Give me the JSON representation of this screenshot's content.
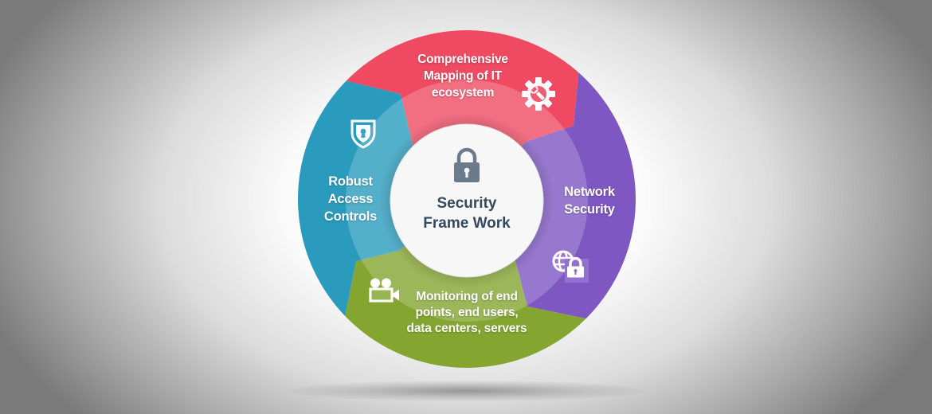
{
  "diagram": {
    "type": "circular-framework",
    "center": {
      "title_line1": "Security",
      "title_line2": "Frame Work",
      "icon": "padlock-icon",
      "text_color": "#34495e",
      "icon_color": "#6b7b8c"
    },
    "segments": [
      {
        "id": "mapping",
        "lines": [
          "Comprehensive",
          "Mapping of IT",
          "ecosystem"
        ],
        "icon": "gear-wrench-icon",
        "color": "#ef4a62",
        "position": "top"
      },
      {
        "id": "network",
        "lines": [
          "Network",
          "Security"
        ],
        "icon": "globe-lock-icon",
        "color": "#7e57c2",
        "position": "right"
      },
      {
        "id": "monitoring",
        "lines": [
          "Monitoring of end",
          "points, end users,",
          "data centers, servers"
        ],
        "icon": "video-camera-icon",
        "color": "#84a630",
        "position": "bottom"
      },
      {
        "id": "access",
        "lines": [
          "Robust",
          "Access",
          "Controls"
        ],
        "icon": "shield-keyhole-icon",
        "color": "#2a9bbd",
        "position": "left"
      }
    ]
  }
}
